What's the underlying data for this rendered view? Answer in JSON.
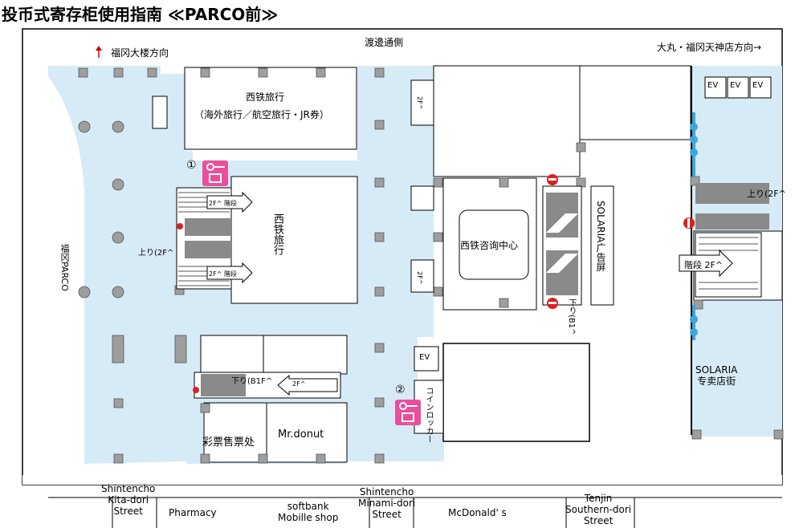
{
  "title": "投币式寄存柜使用指南 ≪PARCO前≫",
  "directions": {
    "north": "福冈大楼方向",
    "top_center": "渡邊通側",
    "northeast": "大丸・福冈天神店方向→"
  },
  "buildings": {
    "nishitetsu_travel_top": "西铁旅行",
    "nishitetsu_travel_sub": "（海外旅行／航空旅行・JR券）",
    "nishitetsu_travel_vertical": "西铁旅行",
    "info_center": "西铁咨询中心",
    "solaria_ad": "SOLARIA广告屏",
    "solaria_shop": "SOLARIA\n专卖店街",
    "mr_donut": "Mr.donut",
    "lottery": "彩票售票处",
    "fukuoka_parco": "福冈PARCO",
    "coin_locker_vertical": "コインロッカー"
  },
  "stairs": {
    "up_2f_left": "上り(2F^",
    "up_2f_right": "上り(2F^",
    "down_b1f_left": "下り(B1F^",
    "down_b1f_mid": "下り(B1^",
    "stairs_2f_right": "階段 2F^",
    "small_2f_a": "2F^ 階段",
    "small_2f_b": "2F^ 階段",
    "small_2f_c": "2F^",
    "small_2f_d": "2F^",
    "small_2f_e": "2F^"
  },
  "elevators": [
    "EV",
    "EV",
    "EV",
    "EV"
  ],
  "lockers": {
    "locker1_number": "①",
    "locker2_number": "②"
  },
  "streets": {
    "kita_dori": "Shintencho\nKita-dori\nStreet",
    "pharmacy": "Pharmacy",
    "softbank": "softbank\nMobille shop",
    "minami_dori": "Shintencho\nMinami-dori\nStreet",
    "mcdonalds": "McDonald'  s",
    "tenjin_southern": "Tenjin\nSouthern-dori\nStreet"
  },
  "colors": {
    "floor": "#d7ebf7",
    "pillar": "#9e9e9e",
    "locker_pink": "#ea4f9b",
    "no_entry_red": "#d92020",
    "gate_blue": "#3aa7e0",
    "stair_gray": "#8a8a8a"
  }
}
